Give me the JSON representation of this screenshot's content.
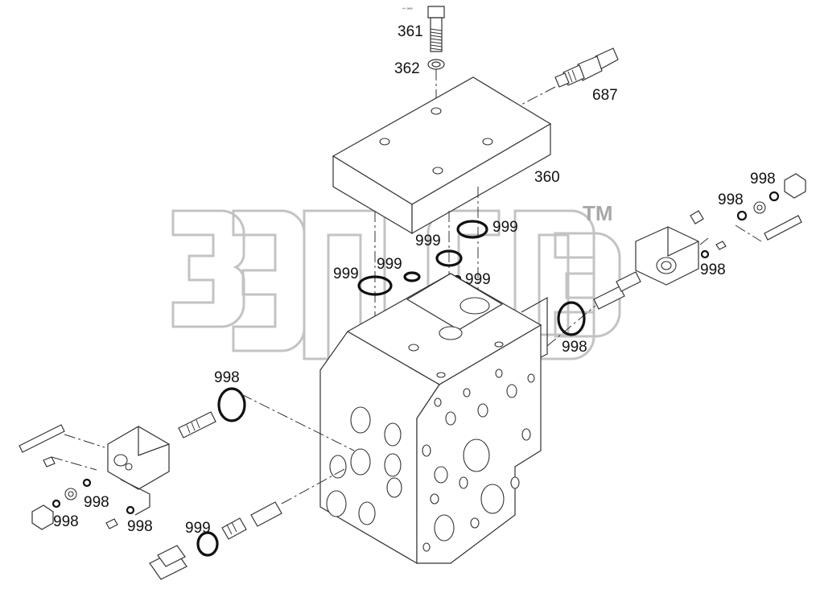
{
  "watermark": {
    "tm": "TM"
  },
  "labels": {
    "l361": "361",
    "l362": "362",
    "l687": "687",
    "l360": "360",
    "l999a": "999",
    "l999b": "999",
    "l999c": "999",
    "l999d": "999",
    "l999e": "999",
    "l999f": "999",
    "l998a": "998",
    "l998b": "998",
    "l998c": "998",
    "l998d": "998",
    "l998e": "998",
    "l998f": "998",
    "l998g": "998",
    "l998h": "998"
  },
  "colors": {
    "line": "#333333",
    "watermark": "#b9b9b9",
    "background": "#ffffff"
  }
}
